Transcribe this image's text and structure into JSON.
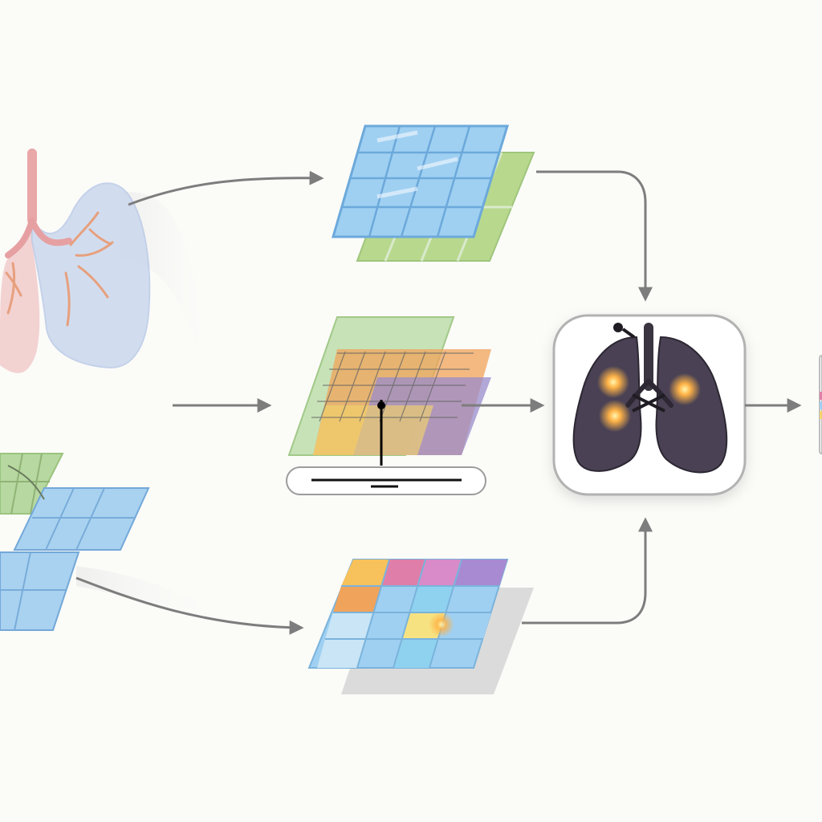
{
  "diagram": {
    "nodes": [
      {
        "id": "input-lung-image",
        "icon": "lung-icon"
      },
      {
        "id": "input-patch-layers",
        "icon": "layered-grid-icon"
      },
      {
        "id": "top-branch-grid",
        "icon": "blue-grid-icon"
      },
      {
        "id": "middle-branch-grid",
        "icon": "overlay-grid-icon"
      },
      {
        "id": "middle-branch-slider",
        "icon": "slider-icon"
      },
      {
        "id": "bottom-branch-grid",
        "icon": "heatmap-grid-icon"
      },
      {
        "id": "fusion-lung-panel",
        "icon": "diseased-lung-icon"
      },
      {
        "id": "output-partial-panel",
        "icon": "output-icon"
      }
    ],
    "edges": [
      {
        "from": "input-lung-image",
        "to": "top-branch-grid"
      },
      {
        "from": "input-lung-image",
        "to": "middle-branch-grid"
      },
      {
        "from": "input-patch-layers",
        "to": "bottom-branch-grid"
      },
      {
        "from": "top-branch-grid",
        "to": "fusion-lung-panel"
      },
      {
        "from": "middle-branch-grid",
        "to": "fusion-lung-panel"
      },
      {
        "from": "bottom-branch-grid",
        "to": "fusion-lung-panel"
      },
      {
        "from": "fusion-lung-panel",
        "to": "output-partial-panel"
      }
    ],
    "colors": {
      "background": "#fbfbf8",
      "arrow": "#7d7d7d",
      "grid_blue": "#8fc7ea",
      "grid_green": "#a9d08e",
      "grid_orange": "#f0a35a",
      "grid_pink": "#df7fa9",
      "grid_purple": "#9a8ccc",
      "lung_pink": "#e79a9a",
      "lung_blue": "#c9d7ee",
      "lung_dark": "#4a4254",
      "highlight": "#ffb347"
    }
  }
}
